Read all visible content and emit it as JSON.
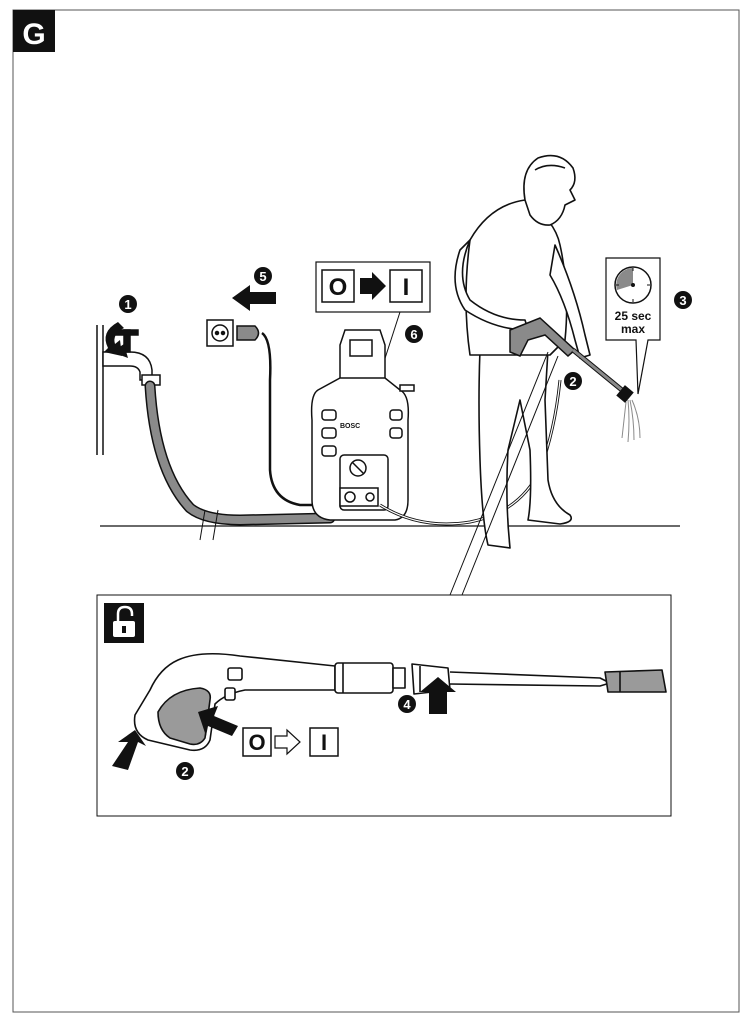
{
  "section_letter": "G",
  "callouts": {
    "tap": "1",
    "trigger_top": "2",
    "timer": "3",
    "lock_ring": "4",
    "plug": "5",
    "switch": "6",
    "trigger_detail": "2"
  },
  "switch_panel": {
    "off_symbol": "O",
    "on_symbol": "I"
  },
  "detail_switch_panel": {
    "off_symbol": "O",
    "on_symbol": "I"
  },
  "timer": {
    "line1": "25 sec",
    "line2": "max"
  },
  "icons": {
    "unlock": "unlock-padlock-icon",
    "timer": "stopwatch-icon"
  },
  "colors": {
    "ink": "#111111",
    "hose_gray": "#8a8a8a",
    "trigger_gray": "#9a9a9a",
    "paper": "#ffffff"
  }
}
